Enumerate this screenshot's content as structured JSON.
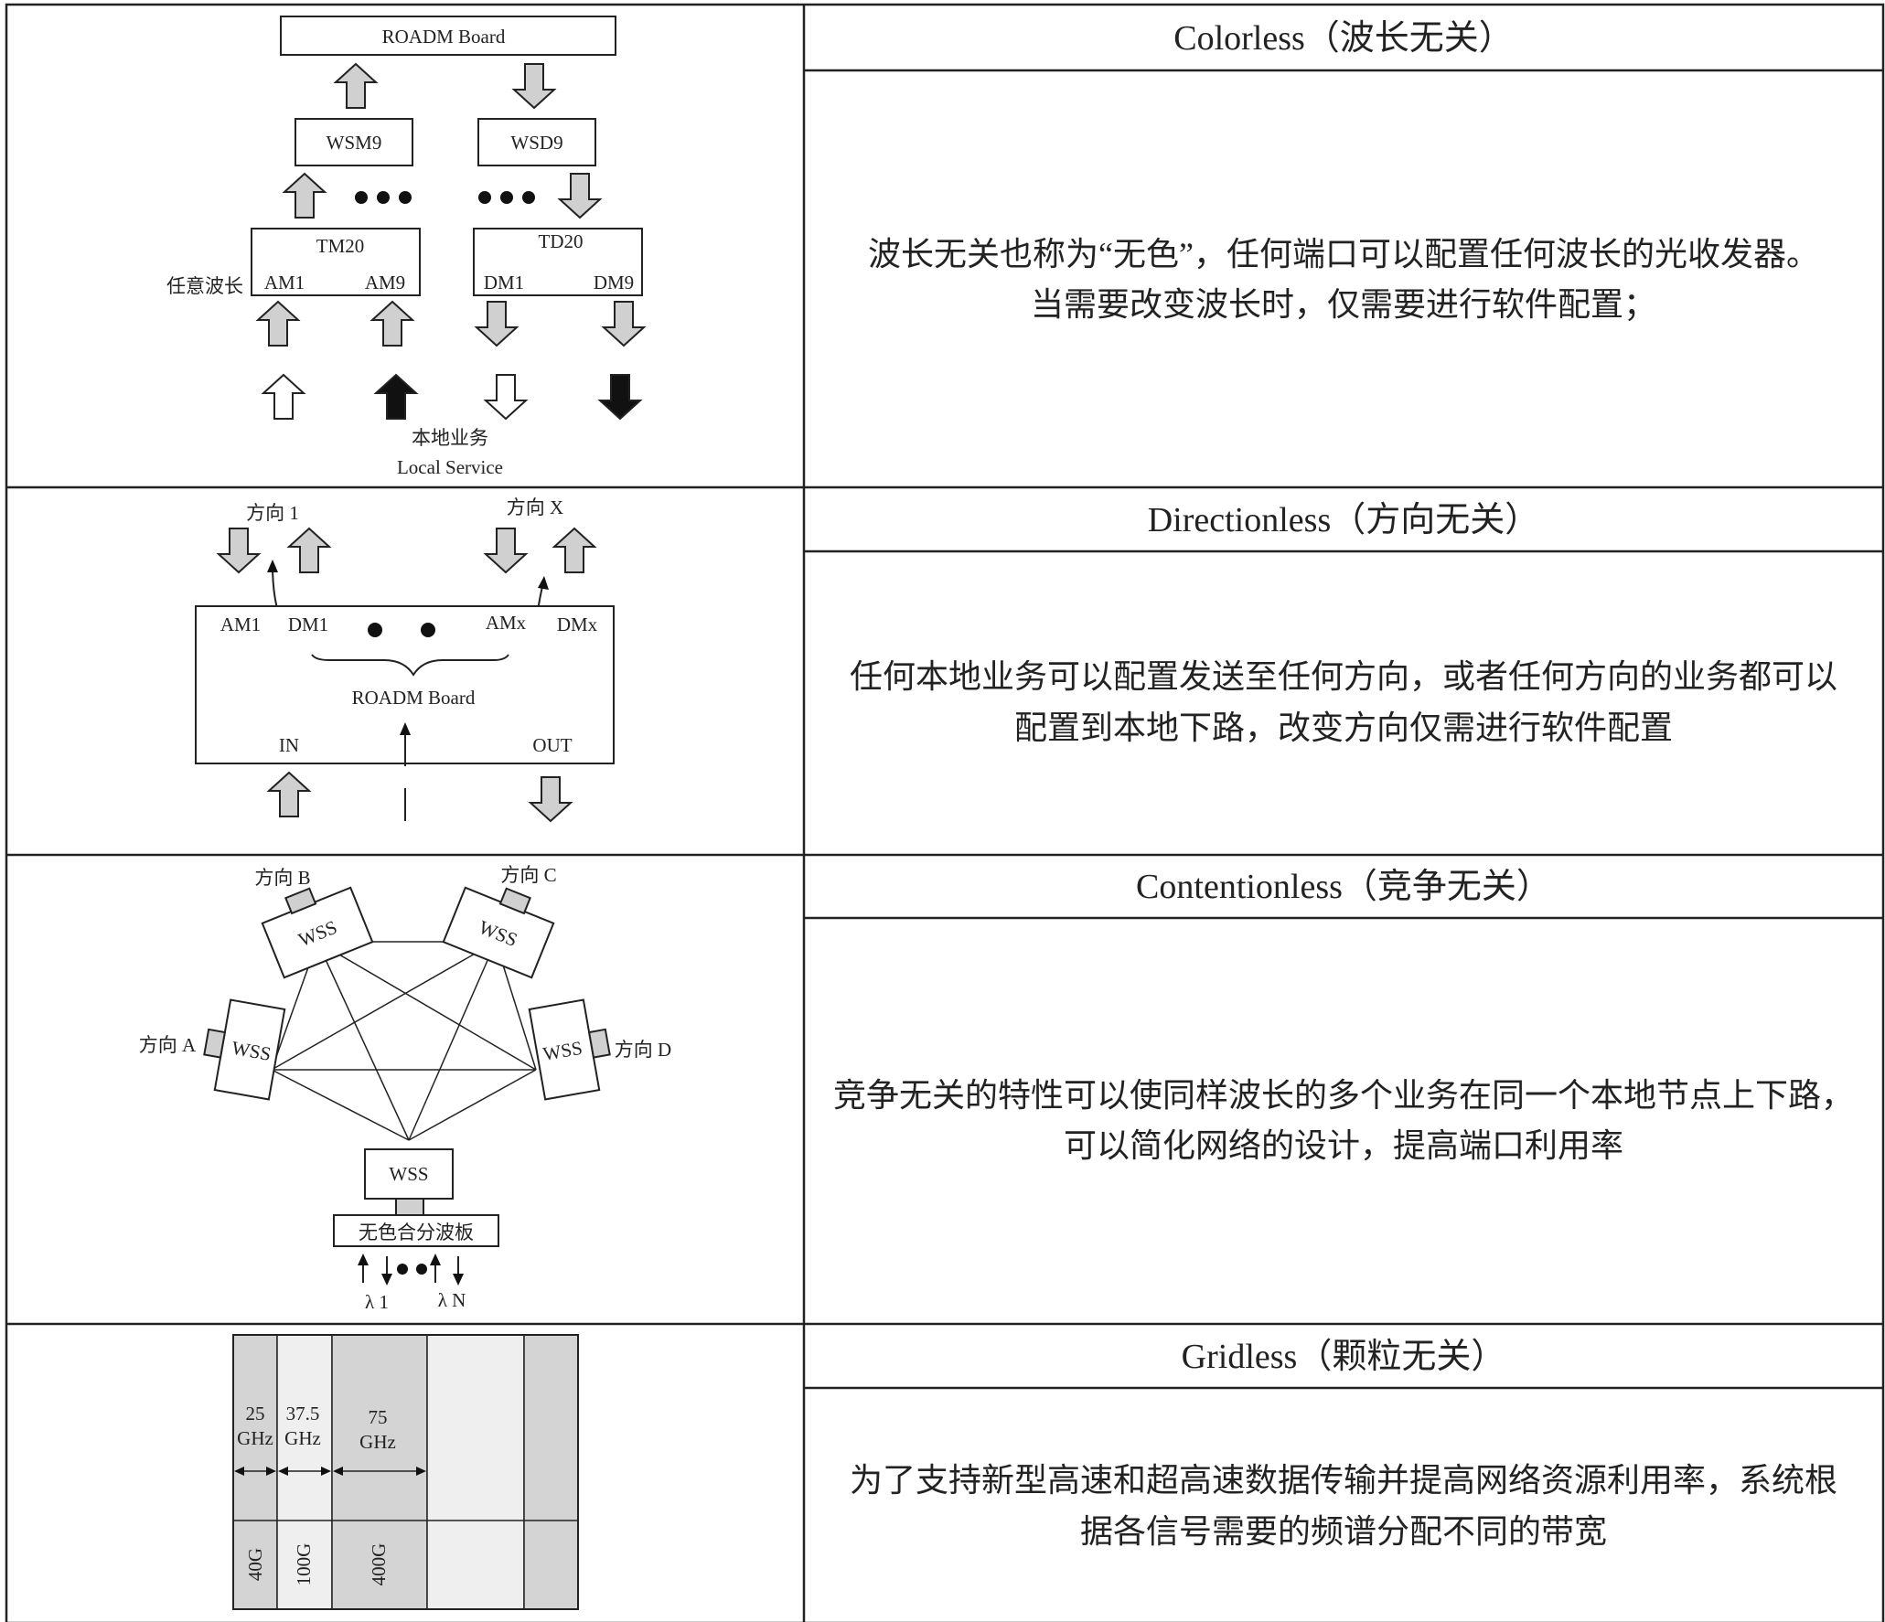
{
  "rows": [
    {
      "title": "Colorless（波长无关）",
      "description": [
        "波长无关也称为“无色”，任何端口可以配置任何波长的光收发器。",
        "当需要改变波长时，仅需要进行软件配置；"
      ],
      "diagram": {
        "board": "ROADM Board",
        "wsm": "WSM9",
        "wsd": "WSD9",
        "tm": "TM20",
        "td": "TD20",
        "any_wavelength": "任意波长",
        "am1": "AM1",
        "am9": "AM9",
        "dm1": "DM1",
        "dm9": "DM9",
        "local_cn": "本地业务",
        "local_en": "Local Service"
      }
    },
    {
      "title": "Directionless（方向无关）",
      "description": [
        "任何本地业务可以配置发送至任何方向，或者任何方向的业务都可以",
        "配置到本地下路，改变方向仅需进行软件配置"
      ],
      "diagram": {
        "dir1": "方向 1",
        "dirx": "方向 X",
        "am1": "AM1",
        "dm1": "DM1",
        "amx": "AMx",
        "dmx": "DMx",
        "board": "ROADM Board",
        "in": "IN",
        "out": "OUT"
      }
    },
    {
      "title": "Contentionless（竞争无关）",
      "description": [
        "竞争无关的特性可以使同样波长的多个业务在同一个本地节点上下路，",
        "可以简化网络的设计，提高端口利用率"
      ],
      "diagram": {
        "dir_a": "方向 A",
        "dir_b": "方向 B",
        "dir_c": "方向 C",
        "dir_d": "方向 D",
        "wss": "WSS",
        "mux": "无色合分波板",
        "lambda1": "λ 1",
        "lambdan": "λ N"
      }
    },
    {
      "title": "Gridless（颗粒无关）",
      "description": [
        "为了支持新型高速和超高速数据传输并提高网络资源利用率，系统根",
        "据各信号需要的频谱分配不同的带宽"
      ],
      "diagram": {
        "bw1": [
          "25",
          "GHz"
        ],
        "bw2": [
          "37.5",
          "GHz"
        ],
        "bw3": [
          "75",
          "GHz"
        ],
        "rate1": "40G",
        "rate2": "100G",
        "rate3": "400G"
      }
    }
  ],
  "colors": {
    "border": "#222222",
    "arrow_fill": "#d0d0d0",
    "arrow_dark": "#111111",
    "grid_dark": "#d4d4d4",
    "grid_light": "#efefef"
  }
}
